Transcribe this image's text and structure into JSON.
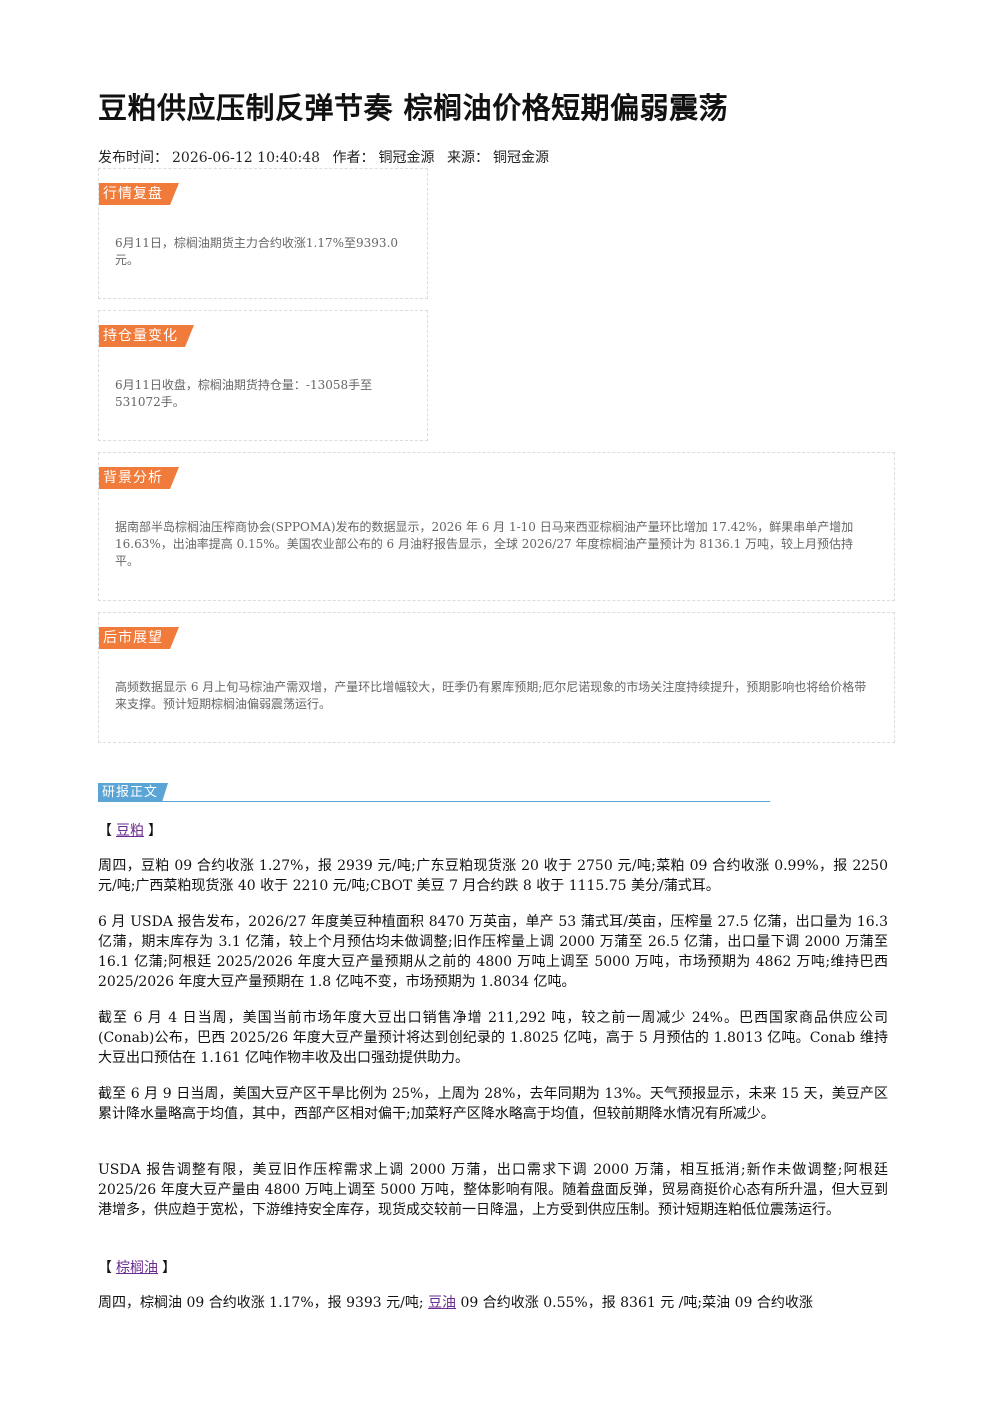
{
  "title": "豆粕供应压制反弹节奏 棕榈油价格短期偏弱震荡",
  "meta": {
    "publish_label": "发布时间：",
    "publish_time": "2026-06-12 10:40:48",
    "author_label": "作者：",
    "author": "铜冠金源",
    "source_label": "来源：",
    "source": "铜冠金源"
  },
  "sections": {
    "market_review": {
      "tag": "行情复盘",
      "text": "6月11日，棕榈油期货主力合约收涨1.17%至9393.0元。"
    },
    "position_change": {
      "tag": "持仓量变化",
      "text": "6月11日收盘，棕榈油期货持仓量：-13058手至531072手。"
    },
    "background": {
      "tag": "背景分析",
      "text": "据南部半岛棕榈油压榨商协会(SPPOMA)发布的数据显示，2026 年 6 月 1-10 日马来西亚棕榈油产量环比增加 17.42%，鲜果串单产增加 16.63%，出油率提高 0.15%。美国农业部公布的 6 月油籽报告显示，全球 2026/27 年度棕榈油产量预计为 8136.1 万吨，较上月预估持平。"
    },
    "outlook": {
      "tag": "后市展望",
      "text": "高频数据显示 6 月上旬马棕油产需双增，产量环比增幅较大，旺季仍有累库预期;厄尔尼诺现象的市场关注度持续提升，预期影响也将给价格带来支撑。预计短期棕榈油偏弱震荡运行。"
    }
  },
  "report": {
    "tag": "研报正文",
    "soymeal": {
      "bracket_open": "【",
      "link": "豆粕",
      "bracket_close": "】",
      "p1": "周四，豆粕 09 合约收涨 1.27%，报 2939 元/吨;广东豆粕现货涨 20 收于 2750 元/吨;菜粕 09 合约收涨 0.99%，报 2250 元/吨;广西菜粕现货涨 40 收于 2210 元/吨;CBOT 美豆 7 月合约跌 8 收于 1115.75 美分/蒲式耳。",
      "p2": "6 月 USDA 报告发布，2026/27 年度美豆种植面积 8470 万英亩，单产 53 蒲式耳/英亩，压榨量 27.5 亿蒲，出口量为 16.3 亿蒲，期末库存为 3.1 亿蒲，较上个月预估均未做调整;旧作压榨量上调 2000 万蒲至 26.5 亿蒲，出口量下调 2000 万蒲至 16.1 亿蒲;阿根廷 2025/2026 年度大豆产量预期从之前的 4800 万吨上调至 5000 万吨，市场预期为 4862 万吨;维持巴西 2025/2026 年度大豆产量预期在 1.8 亿吨不变，市场预期为 1.8034 亿吨。",
      "p3": "截至 6 月 4 日当周，美国当前市场年度大豆出口销售净增 211,292 吨，较之前一周减少 24%。巴西国家商品供应公司(Conab)公布，巴西 2025/26 年度大豆产量预计将达到创纪录的 1.8025 亿吨，高于 5 月预估的 1.8013 亿吨。Conab 维持大豆出口预估在 1.161 亿吨作物丰收及出口强劲提供助力。",
      "p4": "截至 6 月 9 日当周，美国大豆产区干旱比例为 25%，上周为 28%，去年同期为 13%。天气预报显示，未来 15 天，美豆产区累计降水量略高于均值，其中，西部产区相对偏干;加菜籽产区降水略高于均值，但较前期降水情况有所减少。",
      "p5": "USDA 报告调整有限，美豆旧作压榨需求上调 2000 万蒲，出口需求下调 2000 万蒲，相互抵消;新作未做调整;阿根廷 2025/26 年度大豆产量由 4800 万吨上调至 5000 万吨，整体影响有限。随着盘面反弹，贸易商挺价心态有所升温，但大豆到港增多，供应趋于宽松，下游维持安全库存，现货成交较前一日降温，上方受到供应压制。预计短期连粕低位震荡运行。"
    },
    "palm": {
      "bracket_open": "【",
      "link": "棕榈油",
      "bracket_close": "】",
      "p1_a": "周四，棕榈油 09 合约收涨 1.17%，报 9393 元/吨; ",
      "p1_link": "豆油",
      "p1_b": " 09 合约收涨 0.55%，报 8361 元 /吨;菜油 09 合约收涨"
    }
  }
}
